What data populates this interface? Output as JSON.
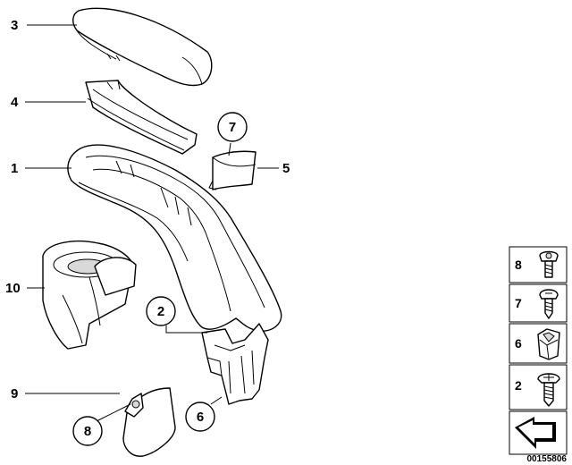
{
  "labels": {
    "p1": "1",
    "p2": "2",
    "p3": "3",
    "p4": "4",
    "p5": "5",
    "p6": "6",
    "p7": "7",
    "p8": "8",
    "p9": "9",
    "p10": "10"
  },
  "legend": {
    "items": [
      {
        "number": "8",
        "part": "screw"
      },
      {
        "number": "7",
        "part": "screw"
      },
      {
        "number": "6",
        "part": "nut"
      },
      {
        "number": "2",
        "part": "screw"
      }
    ]
  },
  "reference_number": "00155806"
}
